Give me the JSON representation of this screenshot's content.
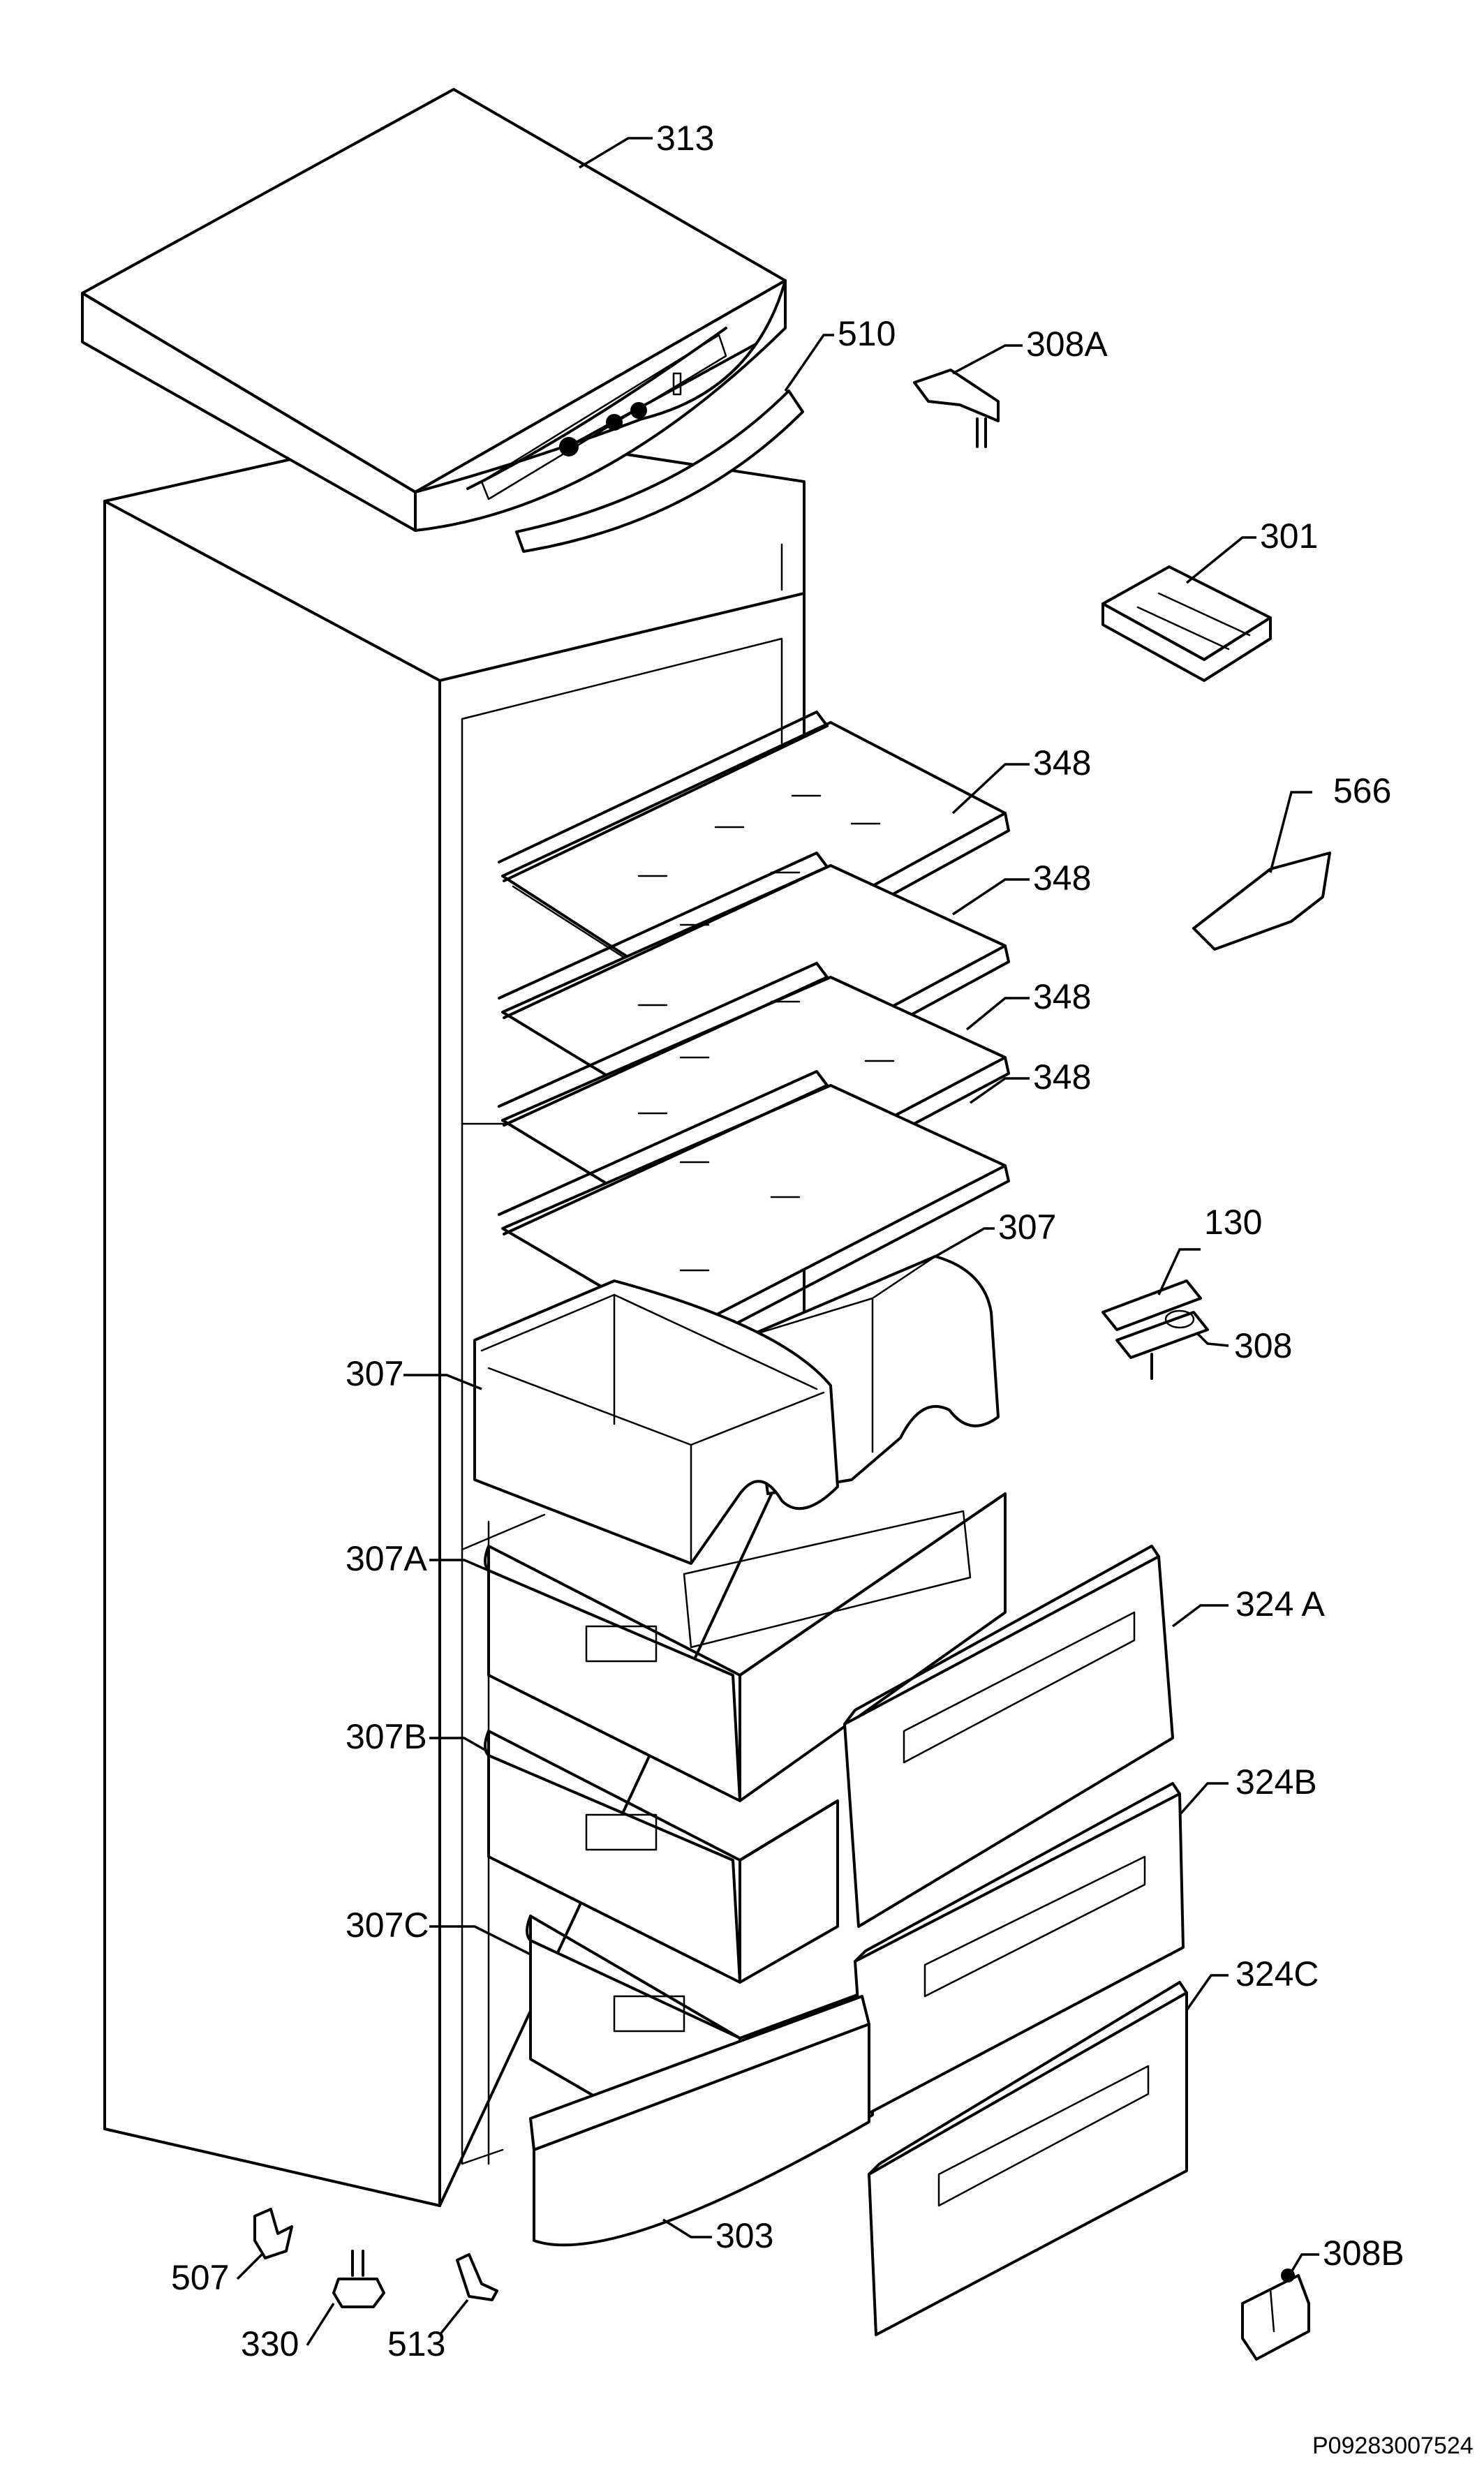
{
  "labels": {
    "l313": "313",
    "l510": "510",
    "l308A": "308A",
    "l301": "301",
    "l348a": "348",
    "l348b": "348",
    "l348c": "348",
    "l348d": "348",
    "l566": "566",
    "l307r": "307",
    "l307l": "307",
    "l130": "130",
    "l308": "308",
    "l307A": "307A",
    "l307B": "307B",
    "l307C": "307C",
    "l324A": "324 A",
    "l324B": "324B",
    "l324C": "324C",
    "l507": "507",
    "l330": "330",
    "l513": "513",
    "l303": "303",
    "l308B": "308B"
  },
  "drawing_code": "P09283007524"
}
